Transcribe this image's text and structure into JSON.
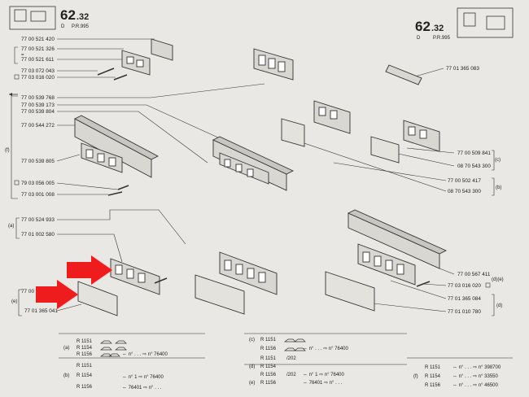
{
  "header": {
    "left": {
      "number": "62",
      "decimal": ".32",
      "sub_left": "D",
      "sub_right": "P.R.995"
    },
    "right": {
      "number": "62",
      "decimal": ".32",
      "sub_left": "D",
      "sub_right": "P.R.995"
    }
  },
  "parts_left": [
    "77 00 521 420",
    "77 00 521 326",
    "77 00 521 611",
    "77 03 072 043",
    "77 03 016 020",
    "77 00 539 768",
    "77 00 539 173",
    "77 00 539 804",
    "77 00 544 272",
    "77 00 539 805",
    "79 03 056 005",
    "77 03 001 008",
    "77 00 524 933",
    "77 01 002 580",
    "77 00",
    "77 01 365 041"
  ],
  "parts_right": [
    "77 01 365 083",
    "77 00 509 841",
    "08 70 543 300",
    "77 00 502 417",
    "08 70 543 300",
    "77 00 567 411",
    "77 03 016 020",
    "77 01 365 084",
    "77 01 010 780"
  ],
  "group_letters": {
    "f": "(f)",
    "c": "(c)",
    "b": "(b)",
    "a": "(a)",
    "e": "(e)",
    "d_e": "(d)(e)",
    "d": "(d)"
  },
  "misc": {
    "equals": "=",
    "slash_202": "/202",
    "slash_202b": "/202"
  },
  "table": {
    "block_a": [
      {
        "model": "R 1151",
        "letter": "",
        "note": ""
      },
      {
        "model": "R 1154",
        "letter": "(a)",
        "note": ""
      },
      {
        "model": "R 1156",
        "letter": "",
        "note": "⇔ n° . . . ⇨ n° 76400"
      }
    ],
    "block_b": [
      {
        "model": "R 1151",
        "letter": "",
        "note": ""
      },
      {
        "model": "R 1154",
        "letter": "(b)",
        "note": "⇔ n° 1 ⇨ n° 76400"
      },
      {
        "model": "R 1156",
        "letter": "",
        "note": "⇔ 76401 ⇨ n° . . ."
      }
    ],
    "block_c": [
      {
        "model": "R 1151",
        "letter": "(c)",
        "note": ""
      },
      {
        "model": "R 1156",
        "letter": "",
        "note": "⇔ n° . . . ⇨ n° 76400"
      },
      {
        "model": "R 1151",
        "letter": "",
        "note": ""
      },
      {
        "model": "R 1154",
        "letter": "(d)",
        "note": ""
      },
      {
        "model": "R 1156",
        "letter": "",
        "note": "⇔ n° 1 ⇨ n° 76400"
      },
      {
        "model": "R 1156",
        "letter": "(e)",
        "note": "⇔ 76401 ⇨ n° . . ."
      }
    ],
    "block_f": [
      {
        "model": "R 1151",
        "letter": "",
        "note": "⇔ n° . . . ⇨ n° 398700"
      },
      {
        "model": "R 1154",
        "letter": "(f)",
        "note": "⇔ n° . . . ⇨ n° 33550"
      },
      {
        "model": "R 1156",
        "letter": "",
        "note": "⇔ n° . . . ⇨ n° 46500"
      }
    ]
  },
  "colors": {
    "paper": "#e9e8e4",
    "ink": "#222222",
    "arrow": "#ee1c1c"
  }
}
